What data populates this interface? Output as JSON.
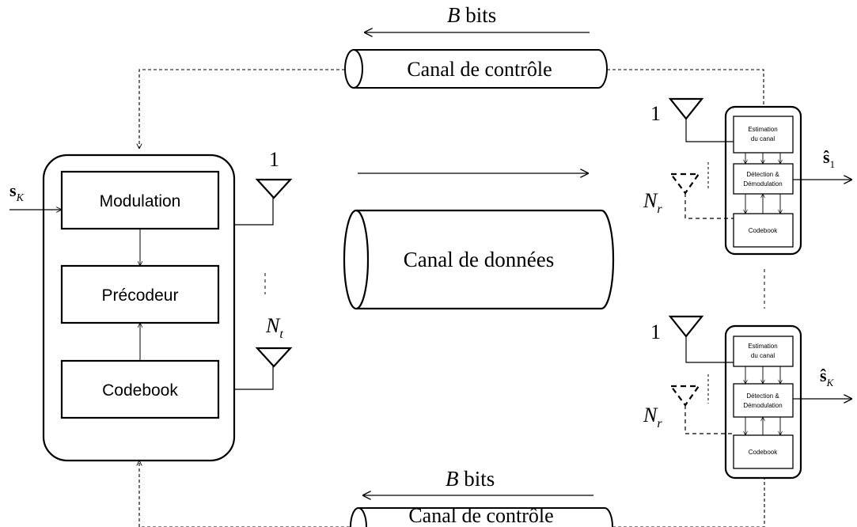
{
  "transmitter": {
    "input_symbol": "s",
    "input_subscript": "K",
    "blocks": {
      "modulation": "Modulation",
      "precoder": "Précodeur",
      "codebook": "Codebook"
    },
    "antenna_first_label": "1",
    "antenna_last_label_main": "N",
    "antenna_last_label_sub": "t"
  },
  "channels": {
    "control_top": "Canal de contrôle",
    "control_bottom": "Canal de contrôle",
    "data": "Canal de données",
    "feedback_label_var": "B",
    "feedback_label_unit": " bits"
  },
  "receivers": [
    {
      "antenna_first_label": "1",
      "antenna_last_label_main": "N",
      "antenna_last_label_sub": "r",
      "block_estimation_line1": "Estimation",
      "block_estimation_line2": "du canal",
      "block_detection_line1": "Détection &",
      "block_detection_line2": "Démodulation",
      "block_codebook": "Codebook",
      "output_symbol": "ŝ",
      "output_subscript": "1"
    },
    {
      "antenna_first_label": "1",
      "antenna_last_label_main": "N",
      "antenna_last_label_sub": "r",
      "block_estimation_line1": "Estimation",
      "block_estimation_line2": "du canal",
      "block_detection_line1": "Détection &",
      "block_detection_line2": "Démodulation",
      "block_codebook": "Codebook",
      "output_symbol": "ŝ",
      "output_subscript": "K"
    }
  ]
}
